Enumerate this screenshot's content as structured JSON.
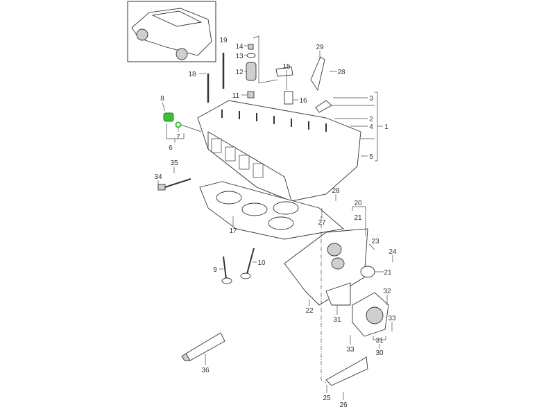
{
  "diagram": {
    "title": "Cylinder head exploded parts diagram",
    "highlight_color": "#3cc03c",
    "callouts": [
      {
        "id": "c19",
        "text": "19"
      },
      {
        "id": "c14",
        "text": "14"
      },
      {
        "id": "c13",
        "text": "13"
      },
      {
        "id": "c12",
        "text": "12"
      },
      {
        "id": "c15",
        "text": "15"
      },
      {
        "id": "c29",
        "text": "29"
      },
      {
        "id": "c28a",
        "text": "28"
      },
      {
        "id": "c18",
        "text": "18"
      },
      {
        "id": "c11",
        "text": "11"
      },
      {
        "id": "c16",
        "text": "16"
      },
      {
        "id": "c3",
        "text": "3"
      },
      {
        "id": "c8",
        "text": "8"
      },
      {
        "id": "c2",
        "text": "2"
      },
      {
        "id": "c4",
        "text": "4"
      },
      {
        "id": "c1",
        "text": "1"
      },
      {
        "id": "c7",
        "text": "7"
      },
      {
        "id": "c6",
        "text": "6"
      },
      {
        "id": "c5",
        "text": "5"
      },
      {
        "id": "c35",
        "text": "35"
      },
      {
        "id": "c34",
        "text": "34"
      },
      {
        "id": "c28b",
        "text": "28"
      },
      {
        "id": "c20",
        "text": "20"
      },
      {
        "id": "c21a",
        "text": "21"
      },
      {
        "id": "c27",
        "text": "27"
      },
      {
        "id": "c17",
        "text": "17"
      },
      {
        "id": "c23",
        "text": "23"
      },
      {
        "id": "c24",
        "text": "24"
      },
      {
        "id": "c10",
        "text": "10"
      },
      {
        "id": "c9",
        "text": "9"
      },
      {
        "id": "c21b",
        "text": "21"
      },
      {
        "id": "c32",
        "text": "32"
      },
      {
        "id": "c22",
        "text": "22"
      },
      {
        "id": "c33a",
        "text": "33"
      },
      {
        "id": "c31a",
        "text": "31"
      },
      {
        "id": "c33b",
        "text": "33"
      },
      {
        "id": "c31b",
        "text": "31"
      },
      {
        "id": "c30",
        "text": "30"
      },
      {
        "id": "c36",
        "text": "36"
      },
      {
        "id": "c25",
        "text": "25"
      },
      {
        "id": "c26",
        "text": "26"
      }
    ]
  }
}
